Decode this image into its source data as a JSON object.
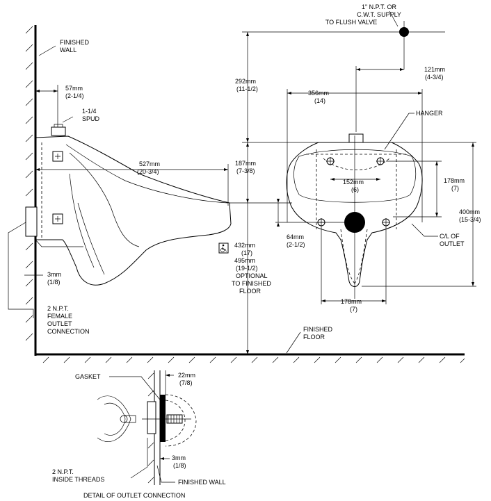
{
  "labels": {
    "supply": [
      "1\" N.P.T. OR",
      "C.W.T. SUPPLY",
      "TO FLUSH VALVE"
    ],
    "finished_wall": [
      "FINISHED",
      "WALL"
    ],
    "dim_57": [
      "57mm",
      "(2-1/4)"
    ],
    "spud": [
      "1-1/4",
      "SPUD"
    ],
    "dim_527": [
      "527mm",
      "(20-3/4)"
    ],
    "dim_3": [
      "3mm",
      "(1/8)"
    ],
    "outlet": [
      "2 N.P.T.",
      "FEMALE",
      "OUTLET",
      "CONNECTION"
    ],
    "dim_292": [
      "292mm",
      "(11-1/2)"
    ],
    "dim_187": [
      "187mm",
      "(7-3/8)"
    ],
    "dim_432": [
      "432mm",
      "(17)",
      "495mm",
      "(19-1/2)",
      "OPTIONAL",
      "TO FINISHED",
      "FLOOR"
    ],
    "dim_121": [
      "121mm",
      "(4-3/4)"
    ],
    "dim_356": [
      "356mm",
      "(14)"
    ],
    "hanger": "HANGER",
    "dim_152": [
      "152mm",
      "(6)"
    ],
    "dim_178v": [
      "178mm",
      "(7)"
    ],
    "dim_400": [
      "400mm",
      "(15-3/4)"
    ],
    "dim_64": [
      "64mm",
      "(2-1/2)"
    ],
    "cl_outlet": [
      "C/L OF",
      "OUTLET"
    ],
    "dim_178h": [
      "178mm",
      "(7)"
    ],
    "finished_floor": [
      "FINISHED",
      "FLOOR"
    ],
    "gasket": "GASKET",
    "dim_22": [
      "22mm",
      "(7/8)"
    ],
    "dim_3b": [
      "3mm",
      "(1/8)"
    ],
    "threads": [
      "2 N.P.T.",
      "INSIDE THREADS"
    ],
    "finished_wall_2": "FINISHED WALL",
    "detail_title": "DETAIL OF OUTLET CONNECTION"
  },
  "icons": {
    "accessibility": "wheelchair-icon"
  }
}
